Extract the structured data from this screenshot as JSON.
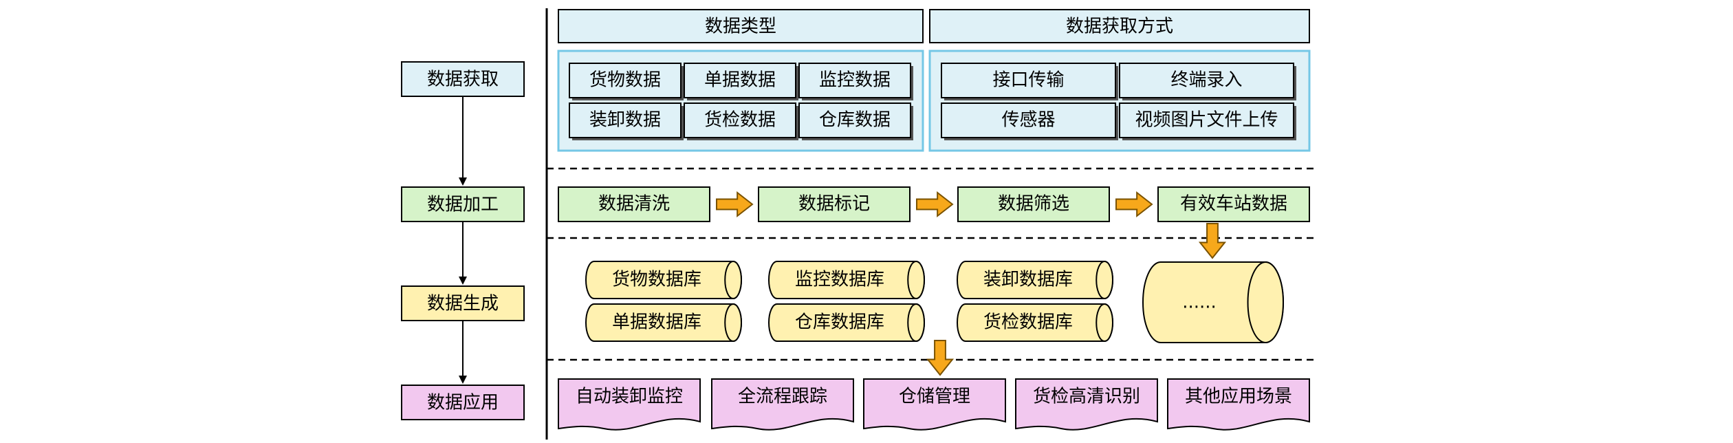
{
  "colors": {
    "blue_fill": "#dff1f7",
    "blue_border": "#74c7e6",
    "green_fill": "#d6f3c9",
    "green_border": "#000000",
    "yellow_fill": "#fff1b0",
    "pink_fill": "#f2c8ef",
    "arrow_orange": "#f7a81b",
    "arrow_border": "#7a5200"
  },
  "stages": [
    {
      "label": "数据获取",
      "color": "blue"
    },
    {
      "label": "数据加工",
      "color": "green"
    },
    {
      "label": "数据生成",
      "color": "yellow"
    },
    {
      "label": "数据应用",
      "color": "pink"
    }
  ],
  "acquisition": {
    "data_types_header": "数据类型",
    "methods_header": "数据获取方式",
    "data_types": [
      "货物数据",
      "单据数据",
      "监控数据",
      "装卸数据",
      "货检数据",
      "仓库数据"
    ],
    "methods": [
      "接口传输",
      "终端录入",
      "传感器",
      "视频图片文件上传"
    ]
  },
  "processing": {
    "steps": [
      "数据清洗",
      "数据标记",
      "数据筛选",
      "有效车站数据"
    ]
  },
  "generation": {
    "databases": [
      "货物数据库",
      "监控数据库",
      "装卸数据库",
      "单据数据库",
      "仓库数据库",
      "货检数据库"
    ],
    "more": "......"
  },
  "application": {
    "items": [
      "自动装卸监控",
      "全流程跟踪",
      "仓储管理",
      "货检高清识别",
      "其他应用场景"
    ]
  }
}
